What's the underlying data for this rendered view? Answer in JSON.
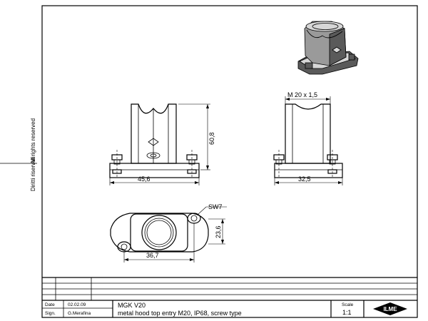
{
  "side_note": {
    "line1": "All rights reserved",
    "line2": "Diritti riservati"
  },
  "dimensions": {
    "front_width": "45,6",
    "front_height": "60,8",
    "side_thread": "M 20 x  1,5",
    "side_width": "32,5",
    "top_wrench": "SW7",
    "top_height": "23,6",
    "top_width": "36,7"
  },
  "title_block": {
    "date_label": "Date",
    "date_value": "02.02.09",
    "sign_label": "Sign.",
    "sign_value": "G.Merafina",
    "product_code": "MGK V20",
    "description": "metal hood top entry M20, IP68, screw type",
    "scale_label": "Scale",
    "scale_value": "1:1",
    "logo_text": "ILME"
  }
}
